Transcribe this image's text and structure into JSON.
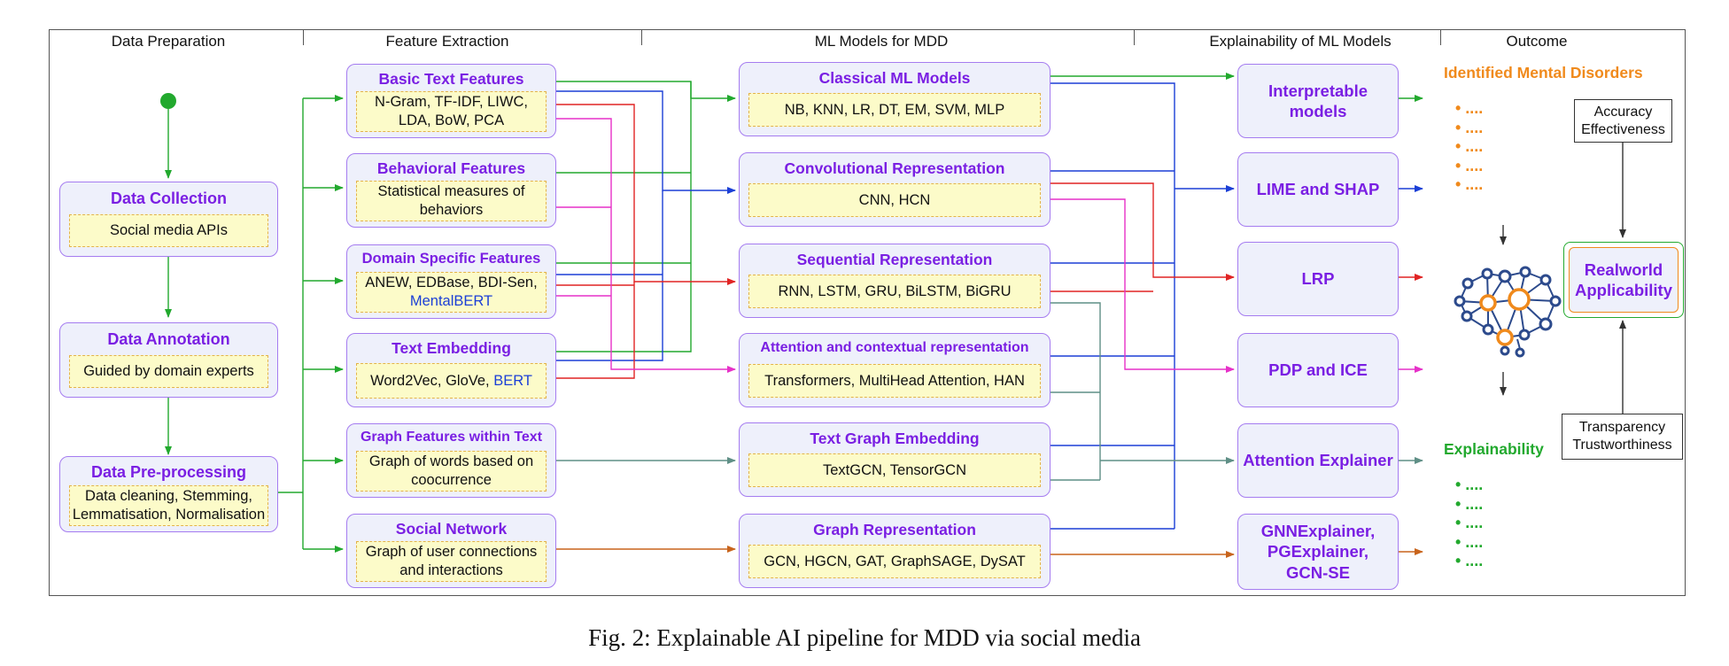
{
  "columns": {
    "data_preparation": "Data Preparation",
    "feature_extraction": "Feature Extraction",
    "ml_models": "ML Models for MDD",
    "explainability": "Explainability of ML Models",
    "outcome": "Outcome"
  },
  "data_prep": [
    {
      "title": "Data Collection",
      "detail": "Social media APIs"
    },
    {
      "title": "Data Annotation",
      "detail": "Guided by domain experts"
    },
    {
      "title": "Data Pre-processing",
      "detail_line1": "Data cleaning, Stemming,",
      "detail_line2": "Lemmatisation, Normalisation"
    }
  ],
  "features": [
    {
      "title": "Basic Text Features",
      "line1": "N-Gram, TF-IDF, LIWC,",
      "line2": "LDA, BoW, PCA"
    },
    {
      "title": "Behavioral Features",
      "line1": "Statistical measures of",
      "line2": "behaviors"
    },
    {
      "title": "Domain Specific Features",
      "line1": "ANEW, EDBase, BDI-Sen,",
      "line2": "MentalBERT"
    },
    {
      "title": "Text Embedding",
      "text": "Word2Vec, GloVe, ",
      "highlight": "BERT"
    },
    {
      "title": "Graph Features within Text",
      "line1": "Graph of words based on",
      "line2": "coocurrence"
    },
    {
      "title": "Social Network",
      "line1": "Graph of user connections",
      "line2": "and interactions"
    }
  ],
  "models": [
    {
      "title": "Classical ML Models",
      "detail": "NB, KNN, LR, DT, EM, SVM, MLP"
    },
    {
      "title": "Convolutional Representation",
      "detail": "CNN, HCN"
    },
    {
      "title": "Sequential Representation",
      "detail": "RNN, LSTM, GRU, BiLSTM, BiGRU"
    },
    {
      "title": "Attention and contextual representation",
      "detail": "Transformers, MultiHead Attention, HAN"
    },
    {
      "title": "Text Graph Embedding",
      "detail": "TextGCN, TensorGCN"
    },
    {
      "title": "Graph Representation",
      "detail": "GCN, HGCN, GAT, GraphSAGE, DySAT"
    }
  ],
  "explainers": [
    {
      "line1": "Interpretable",
      "line2": "models"
    },
    {
      "line1": "LIME and SHAP"
    },
    {
      "line1": "LRP"
    },
    {
      "line1": "PDP and ICE"
    },
    {
      "line1": "Attention Explainer"
    },
    {
      "line1": "GNNExplainer,",
      "line2": "PGExplainer,",
      "line3": "GCN-SE"
    }
  ],
  "outcome": {
    "identified_title": "Identified Mental Disorders",
    "identified_dots": "• ....\n• ....\n• ....\n• ....\n• ....",
    "explainability_title": "Explainability",
    "explainability_dots": "• ....\n• ....\n• ....\n• ....\n• ....",
    "accuracy_line1": "Accuracy",
    "accuracy_line2": "Effectiveness",
    "realworld_line1": "Realworld",
    "realworld_line2": "Applicability",
    "transparency_line1": "Transparency",
    "transparency_line2": "Trustworthiness"
  },
  "caption": "Fig. 2: Explainable AI pipeline for MDD via social media",
  "colors": {
    "box_border": "#a57cf0",
    "box_fill": "#eef0fb",
    "title_purple": "#7a1fe3",
    "detail_fill": "#fcfbc9",
    "orange": "#f08a1c",
    "green": "#22a92e",
    "blue": "#1b3fd6",
    "red": "#e02424",
    "magenta": "#e631c8",
    "teal": "#5f8f86",
    "brown": "#c8641c"
  }
}
